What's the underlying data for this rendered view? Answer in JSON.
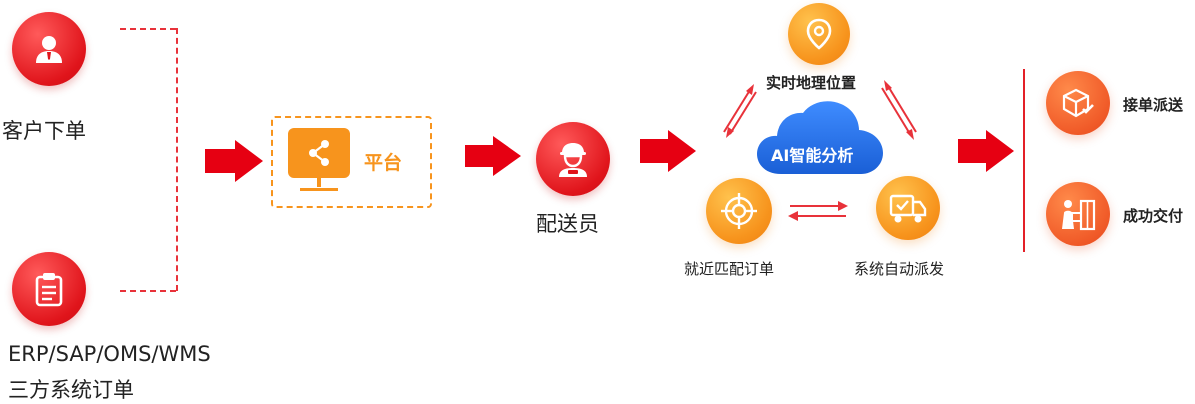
{
  "colors": {
    "primary_red": "#e0141b",
    "accent_orange": "#f7941d",
    "orange_red": "#f05a28",
    "cloud_blue": "#1f6fe5"
  },
  "customer": {
    "label": "客户下单",
    "icon": "user-icon"
  },
  "erp": {
    "line1": "ERP/SAP/OMS/WMS",
    "line2": "三方系统订单",
    "icon": "clipboard-icon"
  },
  "platform": {
    "label": "平台",
    "icon": "share-icon"
  },
  "courier": {
    "label": "配送员",
    "icon": "courier-icon"
  },
  "ai": {
    "cloud_label": "AI智能分析",
    "location": {
      "label": "实时地理位置",
      "icon": "location-pin-icon"
    },
    "match": {
      "label": "就近匹配订单",
      "icon": "crosshair-icon"
    },
    "dispatch": {
      "label": "系统自动派发",
      "icon": "truck-icon"
    }
  },
  "results": [
    {
      "label": "接单派送",
      "icon": "package-check-icon"
    },
    {
      "label": "成功交付",
      "icon": "delivery-person-icon"
    }
  ]
}
